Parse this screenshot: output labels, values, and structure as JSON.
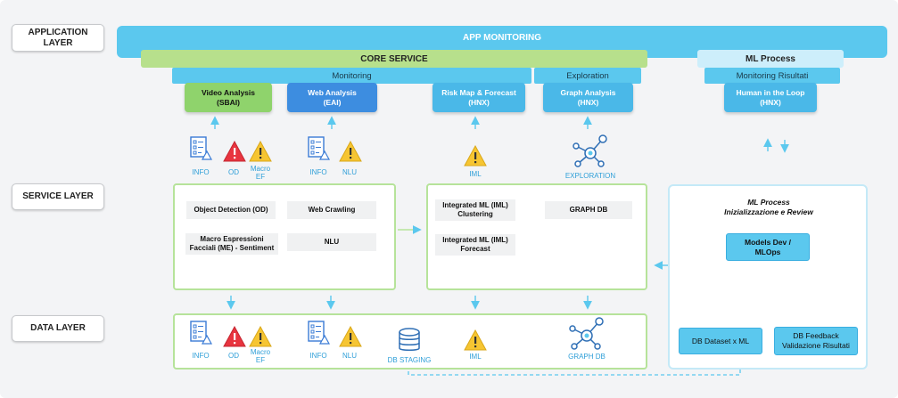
{
  "layers": {
    "application": "APPLICATION\nLAYER",
    "service": "SERVICE LAYER",
    "data": "DATA LAYER"
  },
  "app_monitoring": "APP MONITORING",
  "core_service": "CORE SERVICE",
  "ml_process_header": "ML Process",
  "monitoring": "Monitoring",
  "exploration": "Exploration",
  "monitoring_risultati": "Monitoring Risultati",
  "cards": {
    "video": "Video Analysis\n(SBAI)",
    "web": "Web Analysis\n(EAI)",
    "risk": "Risk Map & Forecast\n(HNX)",
    "graph": "Graph Analysis\n(HNX)",
    "human": "Human in the Loop\n(HNX)"
  },
  "icon_labels": {
    "info": "INFO",
    "od": "OD",
    "macro_ef": "Macro\nEF",
    "nlu": "NLU",
    "iml": "IML",
    "exploration": "EXPLORATION",
    "db_staging": "DB STAGING",
    "graph_db": "GRAPH DB"
  },
  "service": {
    "od": "Object Detection (OD)",
    "me": "Macro Espressioni\nFacciali (ME) - Sentiment",
    "web_crawling": "Web Crawling",
    "nlu": "NLU",
    "iml_clustering": "Integrated ML (IML)\nClustering",
    "iml_forecast": "Integrated ML (IML)\nForecast",
    "graph_db": "GRAPH DB"
  },
  "ml_process": {
    "title": "ML Process\nInizializzazione e Review",
    "models": "Models Dev /\nMLOps",
    "dataset": "DB Dataset x ML",
    "feedback": "DB Feedback\nValidazione Risultati"
  },
  "colors": {
    "cyan": "#5bc8ee",
    "green": "#b7e08c",
    "red": "#e8343f",
    "yellow": "#f6c532",
    "arrow": "#5bc8ee",
    "gray_arrow": "#6b6b6b"
  }
}
